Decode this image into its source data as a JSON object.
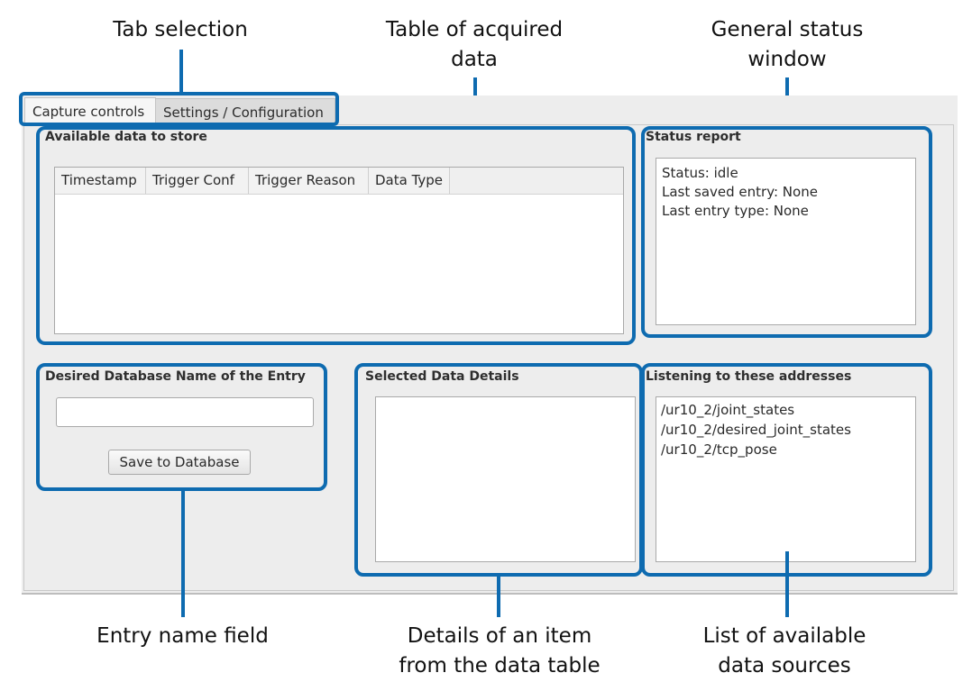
{
  "callouts": {
    "tab_selection": "Tab selection",
    "data_table": [
      "Table of acquired",
      "data"
    ],
    "status_window": [
      "General status",
      "window"
    ],
    "entry_name": "Entry name field",
    "details": [
      "Details of an item",
      "from the data table"
    ],
    "data_sources": [
      "List of available",
      "data sources"
    ]
  },
  "tabs": [
    {
      "label": "Capture controls",
      "selected": true
    },
    {
      "label": "Settings / Configuration",
      "selected": false
    }
  ],
  "data_table": {
    "title": "Available data to store",
    "columns": [
      "Timestamp",
      "Trigger Conf",
      "Trigger Reason",
      "Data Type"
    ],
    "rows": []
  },
  "status": {
    "title": "Status report",
    "lines": [
      "Status: idle",
      "Last saved entry: None",
      "Last entry type: None"
    ]
  },
  "entry": {
    "title": "Desired Database Name of the Entry",
    "value": "",
    "save_label": "Save to Database"
  },
  "details": {
    "title": "Selected Data Details",
    "lines": []
  },
  "addresses": {
    "title": "Listening to these addresses",
    "items": [
      "/ur10_2/joint_states",
      "/ur10_2/desired_joint_states",
      "/ur10_2/tcp_pose"
    ]
  },
  "colors": {
    "highlight": "#0e6bb0",
    "window_bg": "#ededed"
  }
}
